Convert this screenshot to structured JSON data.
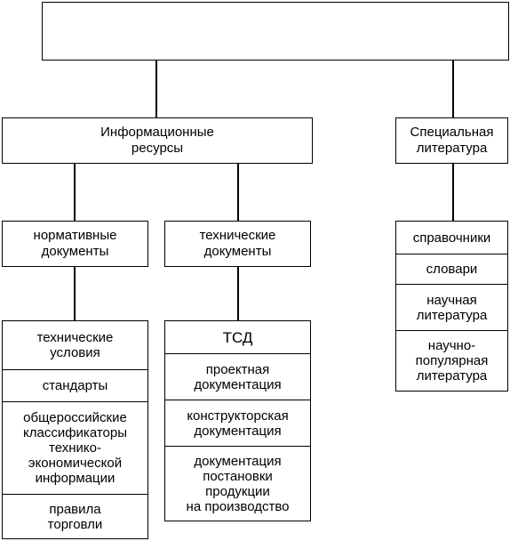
{
  "root_box": {
    "label": ""
  },
  "info_resources": {
    "label": "Информационные\nресурсы"
  },
  "special_literature": {
    "label": "Специальная\nлитература",
    "items": [
      "справочники",
      "словари",
      "научная\nлитература",
      "научно-\nпопулярная\nлитература"
    ]
  },
  "normative_docs": {
    "label": "нормативные\nдокументы",
    "items": [
      "технические\nусловия",
      "стандарты",
      "общероссийские\nклассификаторы\nтехнико-\nэкономической\nинформации",
      "правила\nторговли"
    ]
  },
  "technical_docs": {
    "label": "технические\nдокументы",
    "items": [
      "ТСД",
      "проектная\nдокументация",
      "конструкторская\nдокументация",
      "документация\nпостановки\nпродукции\nна производство"
    ]
  }
}
